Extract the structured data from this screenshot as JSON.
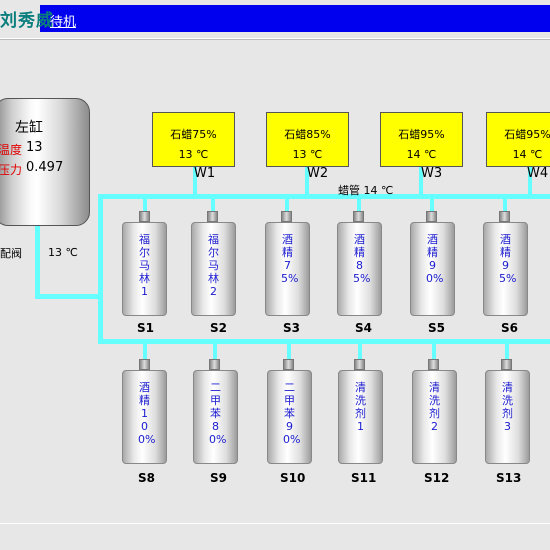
{
  "header": {
    "brand": "刘秀威",
    "tab": "待机"
  },
  "tank": {
    "title": "左缸",
    "temp_label": "温度",
    "temp_value": "13",
    "pressure_label": "压力",
    "pressure_value": "0.497",
    "valve_label": "配阀",
    "valve_temp": "13 ℃"
  },
  "main_pipe": {
    "label": "蜡管 14 ℃"
  },
  "wax": [
    {
      "name": "W1",
      "line1": "石蜡75%",
      "line2": "13 ℃"
    },
    {
      "name": "W2",
      "line1": "石蜡85%",
      "line2": "13 ℃"
    },
    {
      "name": "W3",
      "line1": "石蜡95%",
      "line2": "14 ℃"
    },
    {
      "name": "W4",
      "line1": "石蜡95%",
      "line2": "14 ℃"
    }
  ],
  "row1": [
    {
      "name": "S1",
      "label": "福尔马林1"
    },
    {
      "name": "S2",
      "label": "福尔马林2"
    },
    {
      "name": "S3",
      "label": "酒精75%"
    },
    {
      "name": "S4",
      "label": "酒精85%"
    },
    {
      "name": "S5",
      "label": "酒精90%"
    },
    {
      "name": "S6",
      "label": "酒精95%"
    }
  ],
  "row2": [
    {
      "name": "S8",
      "label": "酒精100%"
    },
    {
      "name": "S9",
      "label": "二甲苯80%"
    },
    {
      "name": "S10",
      "label": "二甲苯90%"
    },
    {
      "name": "S11",
      "label": "清洗剂1"
    },
    {
      "name": "S12",
      "label": "清洗剂2"
    },
    {
      "name": "S13",
      "label": "清洗剂3"
    }
  ],
  "colors": {
    "pipe": "#66ffff",
    "wax_box": "#ffff00",
    "header_bar": "#0000ee",
    "bottle_text": "#1b1bd0",
    "alert_label": "#e00000"
  }
}
